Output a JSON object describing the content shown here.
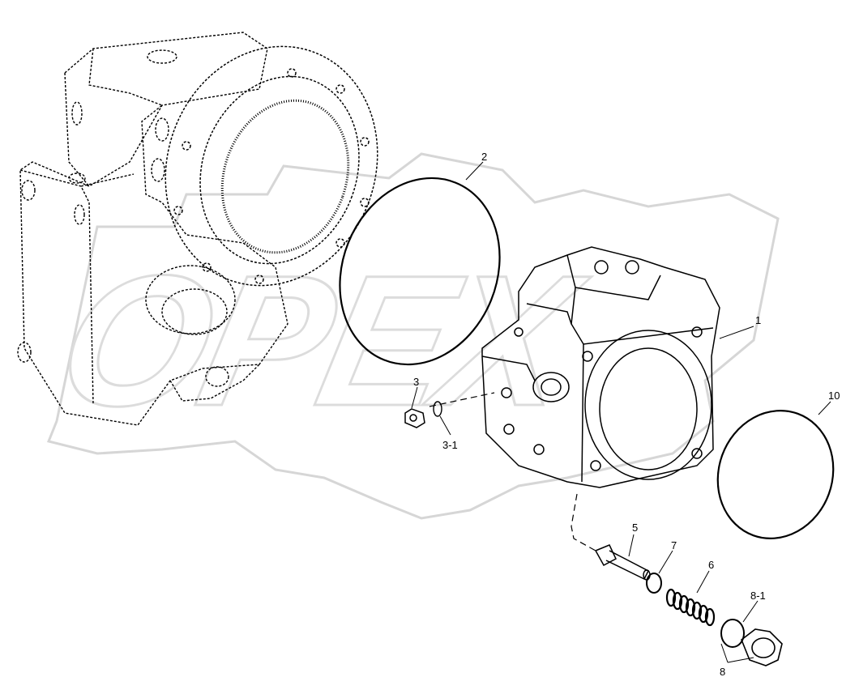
{
  "callouts": {
    "c1": "1",
    "c2": "2",
    "c3": "3",
    "c3_1": "3-1",
    "c5": "5",
    "c6": "6",
    "c7": "7",
    "c8": "8",
    "c8_1": "8-1",
    "c10": "10"
  },
  "watermark": {
    "text": "OPEX",
    "color": "#d9d9d9"
  },
  "colors": {
    "line": "#000000",
    "background": "#ffffff"
  }
}
